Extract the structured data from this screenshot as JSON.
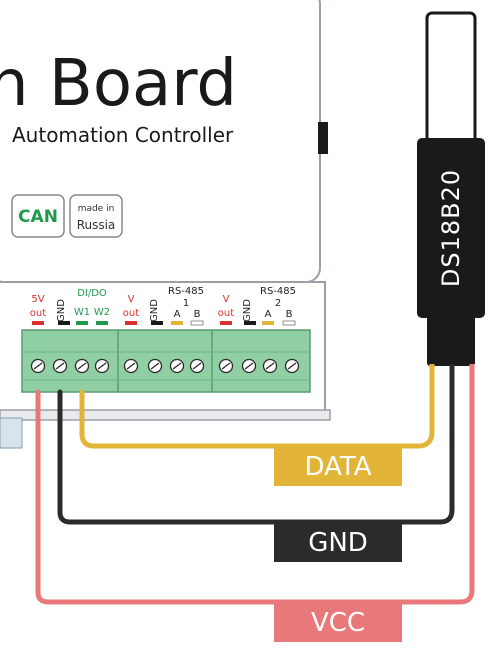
{
  "board": {
    "title": "n Board",
    "subtitle": "Automation  Controller",
    "badges": {
      "can": "CAN",
      "made_in_line1": "made in",
      "made_in_line2": "Russia"
    },
    "terminals": {
      "v5_out_line1": "5V",
      "v5_out_line2": "out",
      "gnd": "GND",
      "dido": "DI/DO",
      "w1": "W1",
      "w2": "W2",
      "v_out1_line1": "V",
      "v_out1_line2": "out",
      "gnd2": "GND",
      "rs485_1_title": "RS-485",
      "rs485_1_num": "1",
      "rs485_1_a": "A",
      "rs485_1_b": "B",
      "v_out2_line1": "V",
      "v_out2_line2": "out",
      "gnd3": "GND",
      "rs485_2_title": "RS-485",
      "rs485_2_num": "2",
      "rs485_2_a": "A",
      "rs485_2_b": "B"
    }
  },
  "sensor": {
    "label": "DS18B20"
  },
  "wires": {
    "data": {
      "label": "DATA",
      "color": "#e2b437"
    },
    "gnd": {
      "label": "GND",
      "color": "#2b2b2b"
    },
    "vcc": {
      "label": "VCC",
      "color": "#e8787a"
    }
  },
  "colors": {
    "terminal_green": "#8fcfa3",
    "led_red": "#d8322e",
    "led_green": "#1f9a4a",
    "led_yellow": "#e2b437"
  }
}
